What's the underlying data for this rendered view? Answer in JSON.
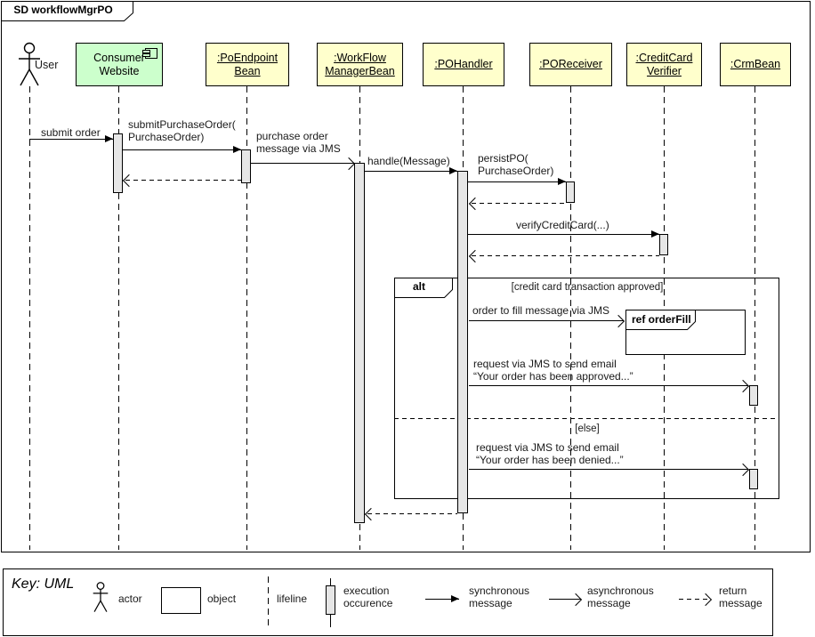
{
  "diagram": {
    "title": "SD workflowMgrPO",
    "participants": {
      "user": "User",
      "consumer_website": "Consumer\nWebsite",
      "po_endpoint_bean": ":PoEndpoint\nBean",
      "workflow_manager_bean": ":WorkFlow\nManagerBean",
      "po_handler": ":POHandler",
      "po_receiver": ":POReceiver",
      "creditcard_verifier": ":CreditCard\nVerifier",
      "crm_bean": ":CrmBean"
    },
    "messages": {
      "submit_order": "submit order",
      "submit_purchase_order": "submitPurchaseOrder(\nPurchaseOrder)",
      "purchase_order_jms": "purchase order\nmessage via JMS",
      "handle_message": "handle(Message)",
      "persist_po": "persistPO(\nPurchaseOrder)",
      "verify_credit_card": "verifyCreditCard(...)",
      "order_to_fill": "order to fill message via JMS",
      "email_approved": "request via JMS to send email\n“Your order has been approved...”",
      "email_denied": "request via JMS to send email\n“Your order has been denied...”"
    },
    "fragment": {
      "operator": "alt",
      "guard_approved": "[credit card transaction approved]",
      "guard_else": "[else]",
      "ref_label": "ref orderFill"
    }
  },
  "key": {
    "title": "Key: UML",
    "actor": "actor",
    "object": "object",
    "lifeline": "lifeline",
    "execution_occurence": "execution\noccurence",
    "synchronous": "synchronous\nmessage",
    "asynchronous": "asynchronous\nmessage",
    "return_msg": "return\nmessage"
  },
  "colors": {
    "object_fill": "#ffffcc",
    "component_fill": "#ccffcc",
    "execution_fill": "#e6e6e6"
  }
}
